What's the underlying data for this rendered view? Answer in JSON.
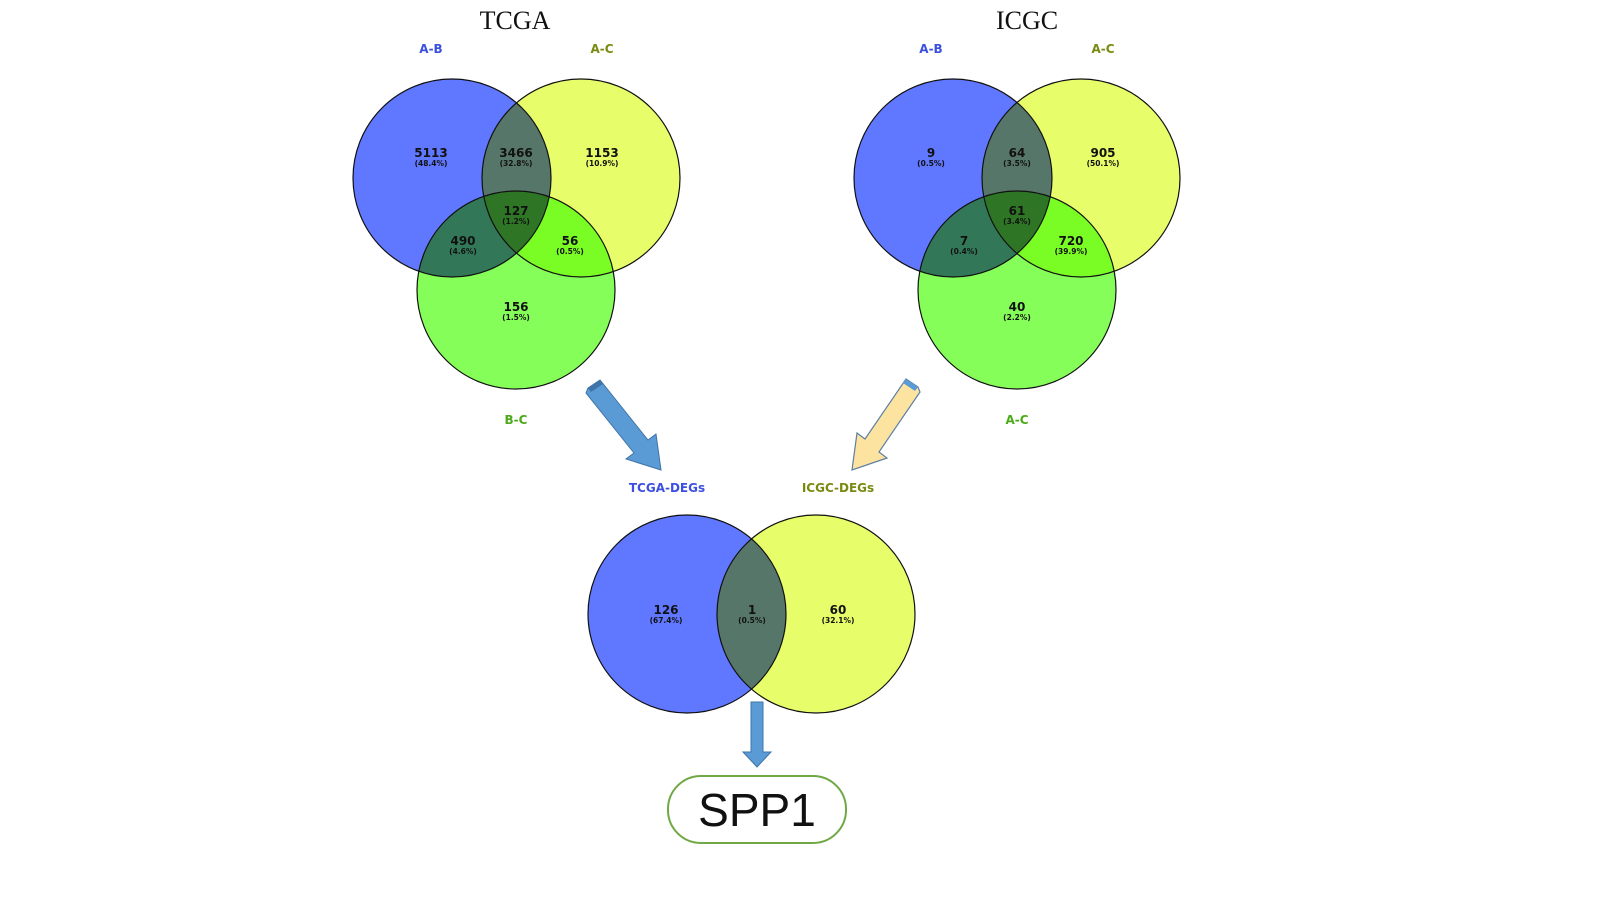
{
  "colors": {
    "blue": "#6077ff",
    "yellow": "#e8fd6a",
    "green": "#86fe59",
    "blue_label": "#3b50e0",
    "olive_label": "#7a8a10",
    "green_label": "#4caa1a",
    "arrow_blue": "#5b9bd5",
    "arrow_tan": "#fde3a0",
    "result_border": "#70a845"
  },
  "tcga": {
    "title": "TCGA",
    "labels": {
      "a": "A-B",
      "b": "A-C",
      "c": "B-C"
    },
    "regions": {
      "a_only": {
        "count": "5113",
        "pct": "(48.4%)"
      },
      "ab": {
        "count": "3466",
        "pct": "(32.8%)"
      },
      "b_only": {
        "count": "1153",
        "pct": "(10.9%)"
      },
      "abc": {
        "count": "127",
        "pct": "(1.2%)"
      },
      "ac": {
        "count": "490",
        "pct": "(4.6%)"
      },
      "bc": {
        "count": "56",
        "pct": "(0.5%)"
      },
      "c_only": {
        "count": "156",
        "pct": "(1.5%)"
      }
    }
  },
  "icgc": {
    "title": "ICGC",
    "labels": {
      "a": "A-B",
      "b": "A-C",
      "c": "A-C"
    },
    "regions": {
      "a_only": {
        "count": "9",
        "pct": "(0.5%)"
      },
      "ab": {
        "count": "64",
        "pct": "(3.5%)"
      },
      "b_only": {
        "count": "905",
        "pct": "(50.1%)"
      },
      "abc": {
        "count": "61",
        "pct": "(3.4%)"
      },
      "ac": {
        "count": "7",
        "pct": "(0.4%)"
      },
      "bc": {
        "count": "720",
        "pct": "(39.9%)"
      },
      "c_only": {
        "count": "40",
        "pct": "(2.2%)"
      }
    }
  },
  "final": {
    "labels": {
      "left": "TCGA-DEGs",
      "right": "ICGC-DEGs"
    },
    "regions": {
      "left_only": {
        "count": "126",
        "pct": "(67.4%)"
      },
      "overlap": {
        "count": "1",
        "pct": "(0.5%)"
      },
      "right_only": {
        "count": "60",
        "pct": "(32.1%)"
      }
    }
  },
  "result": {
    "label": "SPP1"
  }
}
